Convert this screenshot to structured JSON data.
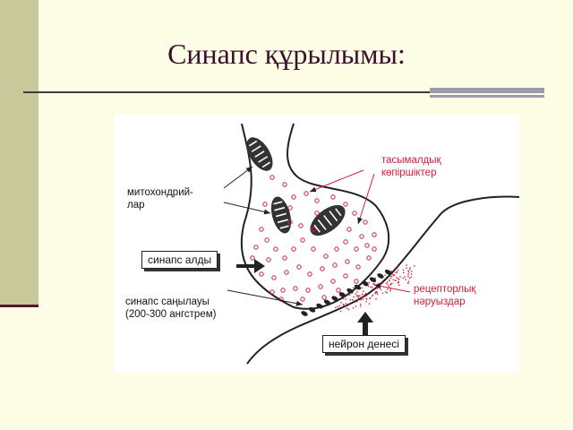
{
  "slide": {
    "title": "Синапс құрылымы:"
  },
  "diagram": {
    "labels": {
      "mitochondria": [
        "митохондрий-",
        "лар"
      ],
      "transport_bridges": [
        "тасымалдық",
        "көпіршіктер"
      ],
      "presynaptic": "синапс алды",
      "synaptic_cleft": [
        "синапс саңылауы",
        "(200-300 ангстрем)"
      ],
      "receptors": [
        "рецепторлық",
        "нәруыздар"
      ],
      "neuron_body": "нейрон денесі"
    },
    "colors": {
      "vesicle": "#d0203a",
      "outline": "#222222",
      "mitochondria": "#333333",
      "red_label": "#d0203a"
    }
  }
}
